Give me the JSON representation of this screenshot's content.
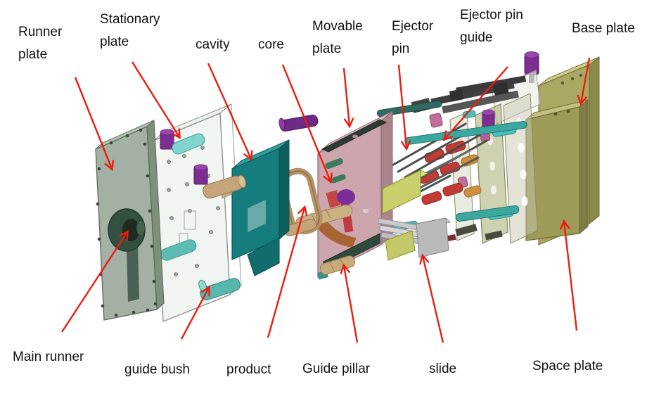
{
  "figure": {
    "background": "#ffffff",
    "arrow_color": "#ec1c12",
    "label_color": "#121212"
  },
  "labels": [
    {
      "id": "runner-plate",
      "text": "Runner plate"
    },
    {
      "id": "stationary-plate",
      "text": "Stationary plate"
    },
    {
      "id": "cavity",
      "text": "cavity"
    },
    {
      "id": "core",
      "text": "core"
    },
    {
      "id": "movable-plate",
      "text": "Movable plate"
    },
    {
      "id": "ejector-pin",
      "text": "Ejector pin"
    },
    {
      "id": "ejector-pin-guide",
      "text": "Ejector pin guide"
    },
    {
      "id": "base-plate",
      "text": "Base plate"
    },
    {
      "id": "main-runner",
      "text": "Main runner"
    },
    {
      "id": "guide-bush",
      "text": "guide bush"
    },
    {
      "id": "product",
      "text": "product"
    },
    {
      "id": "guide-pillar",
      "text": "Guide pillar"
    },
    {
      "id": "slide",
      "text": "slide"
    },
    {
      "id": "space-plate",
      "text": "Space plate"
    }
  ],
  "part_colors": {
    "runner_plate": "#9aab9a",
    "main_runner_boss": "#33513f",
    "stationary_plate": "#dfe7df",
    "guide_bush": "#5bbcb4",
    "screw_cap_purple": "#7c2e91",
    "cavity": "#157d7d",
    "sprue_bush": "#c4a478",
    "product": "#b59268",
    "movable_plate": "#cda6ad",
    "guide_pillar": "#cbb083",
    "slide_block": "#b9b9bb",
    "slide_wedge": "#c9cf6a",
    "ejector_pin": "#4b4b4b",
    "ejector_plate": "#a8ad78",
    "return_pin": "#3aa89f",
    "ejector_head_red": "#c23a35",
    "ejector_head_orange": "#cf8f3e",
    "space_plate": "#9d9b58",
    "base_plate": "#aaa862"
  }
}
